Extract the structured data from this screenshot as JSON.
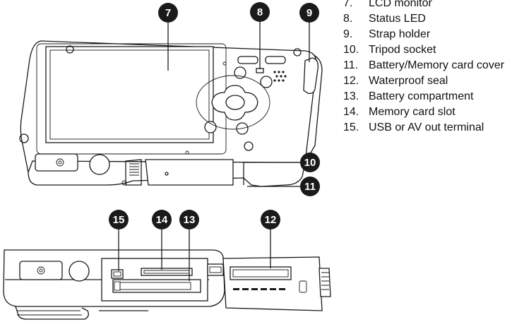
{
  "callouts": [
    {
      "number": "7"
    },
    {
      "number": "8"
    },
    {
      "number": "9"
    },
    {
      "number": "10"
    },
    {
      "number": "11"
    },
    {
      "number": "15"
    },
    {
      "number": "14"
    },
    {
      "number": "13"
    },
    {
      "number": "12"
    }
  ],
  "legend": [
    {
      "number": "7.",
      "label": "LCD monitor"
    },
    {
      "number": "8.",
      "label": "Status LED"
    },
    {
      "number": "9.",
      "label": "Strap holder"
    },
    {
      "number": "10.",
      "label": "Tripod socket"
    },
    {
      "number": "11.",
      "label": "Battery/Memory card cover"
    },
    {
      "number": "12.",
      "label": "Waterproof seal"
    },
    {
      "number": "13.",
      "label": "Battery compartment"
    },
    {
      "number": "14.",
      "label": "Memory card slot"
    },
    {
      "number": "15.",
      "label": "USB or AV out terminal"
    }
  ]
}
